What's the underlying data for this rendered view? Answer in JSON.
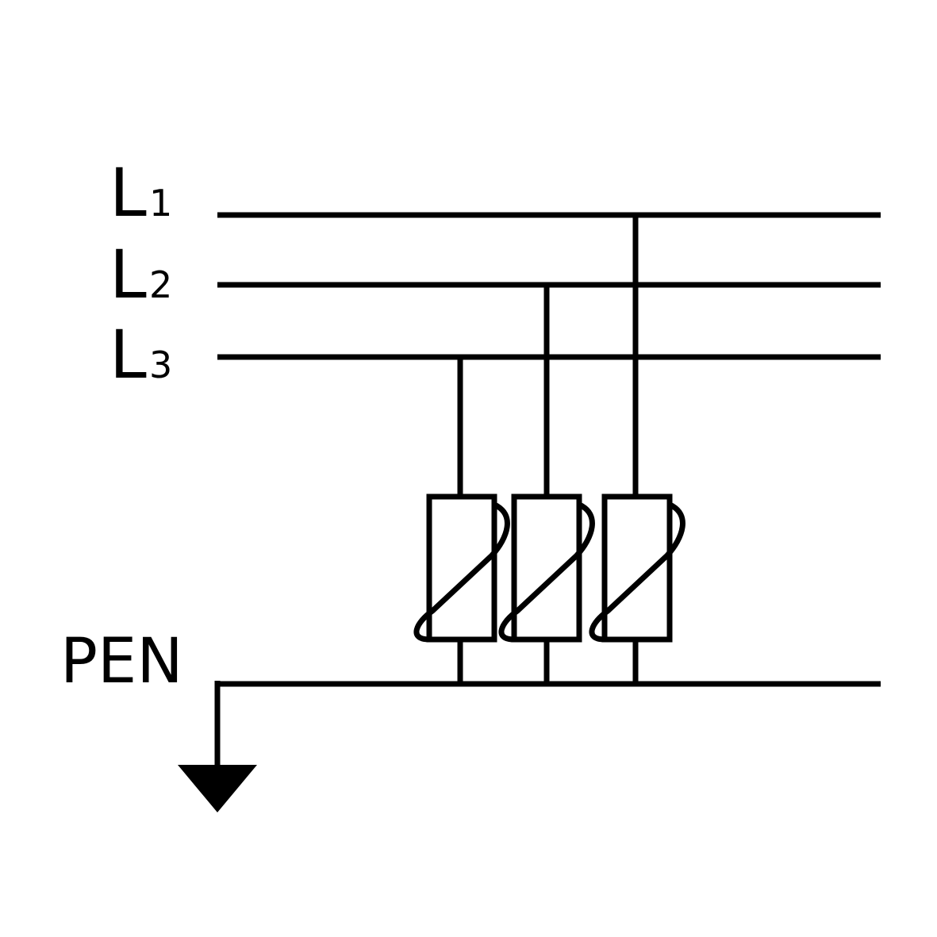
{
  "labels": {
    "l1": {
      "letter": "L",
      "index": "1"
    },
    "l2": {
      "letter": "L",
      "index": "2"
    },
    "l3": {
      "letter": "L",
      "index": "3"
    },
    "pen": "PEN"
  },
  "colors": {
    "stroke": "#000000",
    "background": "#ffffff"
  },
  "symbols": {
    "arrester": "varistor-surge-arrester-icon",
    "ground": "earth-ground-icon"
  }
}
